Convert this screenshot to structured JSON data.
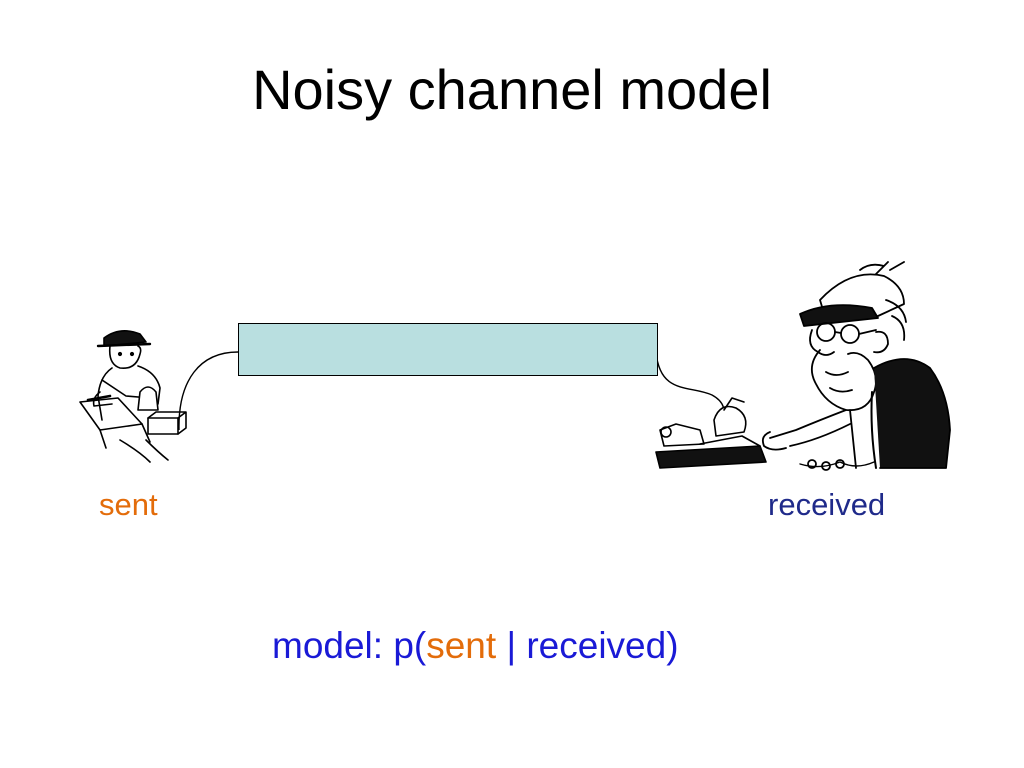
{
  "slide": {
    "title": "Noisy channel model",
    "channel_box_color": "#b9dfe0",
    "sender": {
      "icon": "telegraph-operator-sender-icon",
      "label": "sent",
      "label_color": "#e36c0a"
    },
    "receiver": {
      "icon": "telegraph-operator-receiver-icon",
      "label": "received",
      "label_color": "#1f2a8a"
    },
    "formula": {
      "prefix": "model: p(",
      "sent": "sent",
      "separator": " | received)",
      "prefix_color": "#1a1ad6",
      "sent_color": "#e36c0a"
    }
  }
}
